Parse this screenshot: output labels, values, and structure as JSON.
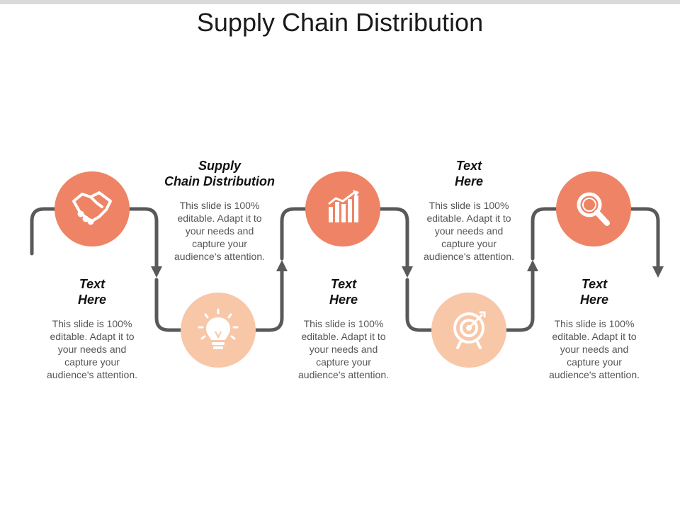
{
  "title": "Supply Chain Distribution",
  "colors": {
    "dark_circle": "#ee8465",
    "light_circle": "#f8c7a8",
    "connector": "#595959",
    "icon": "#ffffff"
  },
  "steps": [
    {
      "heading": "Text\nHere",
      "description": "This slide is 100%\neditable. Adapt it to\nyour needs and\ncapture your\naudience's attention.",
      "icon": "handshake-icon"
    },
    {
      "heading": "Supply\nChain Distribution",
      "description": "This slide is 100%\neditable. Adapt it to\nyour needs and\ncapture your\naudience's attention.",
      "icon": "lightbulb-icon"
    },
    {
      "heading": "Text\nHere",
      "description": "This slide is 100%\neditable. Adapt it to\nyour needs and\ncapture your\naudience's attention.",
      "icon": "bar-chart-icon"
    },
    {
      "heading": "Text\nHere",
      "description": "This slide is 100%\neditable. Adapt it to\nyour needs and\ncapture your\naudience's attention.",
      "icon": "target-icon"
    },
    {
      "heading": "Text\nHere",
      "description": "This slide is 100%\neditable. Adapt it to\nyour needs and\ncapture your\naudience's attention.",
      "icon": "magnifier-icon"
    }
  ]
}
